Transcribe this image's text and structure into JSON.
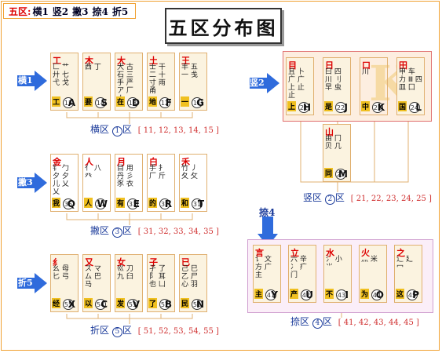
{
  "legend": {
    "label": "五区:",
    "items": [
      "横1",
      "竖2",
      "撇3",
      "捺4",
      "折5"
    ]
  },
  "title": "五区分布图",
  "zones": {
    "heng": {
      "side_label": "横1",
      "caption": "横区",
      "zone_num": "1",
      "zone_suffix": "区",
      "codes": "[ 11, 12, 13, 14, 15 ]",
      "keys": [
        {
          "radical": "工",
          "components": "匚 艹 廾 七 弋 戈",
          "word": "工",
          "code": "15",
          "letter": "A"
        },
        {
          "radical": "木",
          "components": "西 丁",
          "word": "要",
          "code": "14",
          "letter": "S"
        },
        {
          "radical": "大",
          "components": "犬 古 石 三 手 严 ア 厂 ナ",
          "word": "在",
          "code": "13",
          "letter": "D"
        },
        {
          "radical": "土",
          "components": "士 干 二 十 寸 雨 甬",
          "word": "地",
          "code": "12",
          "letter": "F"
        },
        {
          "radical": "王",
          "components": "丰 五 一 戋",
          "word": "一",
          "code": "11",
          "letter": "G"
        }
      ]
    },
    "shu": {
      "side_label": "竖2",
      "caption": "竖区",
      "zone_num": "2",
      "zone_suffix": "区",
      "codes": "[ 21, 22, 23, 24, 25 ]",
      "keys": [
        {
          "radical": "目",
          "components": "且 卜 广 广 上 止 止",
          "word": "上",
          "code": "21",
          "letter": "H"
        },
        {
          "radical": "日",
          "components": "曰 四 川 刂 早 虫",
          "word": "是",
          "code": "22",
          "letter": "J"
        },
        {
          "radical": "口",
          "components": "川",
          "word": "中",
          "code": "23",
          "letter": "K"
        },
        {
          "radical": "田",
          "components": "甲 车 力 Ⅲ 四 皿 囗",
          "word": "国",
          "code": "24",
          "letter": "L"
        },
        {
          "radical": "山",
          "components": "由 冂 贝 几",
          "word": "同",
          "code": "25",
          "letter": "M"
        }
      ]
    },
    "pie": {
      "side_label": "撇3",
      "caption": "撇区",
      "zone_num": "3",
      "zone_suffix": "区",
      "codes": "[ 31, 32, 33, 34, 35 ]",
      "keys": [
        {
          "radical": "金",
          "components": "钅 勹 夕 夕 儿 乂 乂",
          "word": "我",
          "code": "35",
          "letter": "Q"
        },
        {
          "radical": "人",
          "components": "亻 八 癶",
          "word": "人",
          "code": "34",
          "letter": "W"
        },
        {
          "radical": "月",
          "components": "目 用 丹 彡 豕 衣",
          "word": "有",
          "code": "33",
          "letter": "E"
        },
        {
          "radical": "白",
          "components": "手 扌 厂 斤",
          "word": "的",
          "code": "32",
          "letter": "R"
        },
        {
          "radical": "禾",
          "components": "竹 丿 夂 攵",
          "word": "和",
          "code": "31",
          "letter": "T"
        }
      ]
    },
    "zhe": {
      "side_label": "折5",
      "caption": "折区",
      "zone_num": "5",
      "zone_suffix": "区",
      "codes": "[ 51, 52, 53, 54, 55 ]",
      "keys": [
        {
          "radical": "纟",
          "components": "幺 母 匕 弓",
          "word": "经",
          "code": "55",
          "letter": "X"
        },
        {
          "radical": "又",
          "components": "ス マ ム 巴 马",
          "word": "以",
          "code": "54",
          "letter": "C"
        },
        {
          "radical": "女",
          "components": "巛 刀 九 臼",
          "word": "发",
          "code": "53",
          "letter": "V"
        },
        {
          "radical": "子",
          "components": "孑 了 阝 耳 也 凵",
          "word": "了",
          "code": "52",
          "letter": "B"
        },
        {
          "radical": "已",
          "components": "己 巳 乙 尸 心 羽",
          "word": "民",
          "code": "51",
          "letter": "N"
        }
      ]
    },
    "na": {
      "side_label": "捺4",
      "caption": "捺区",
      "zone_num": "4",
      "zone_suffix": "区",
      "codes": "[ 41, 42, 43, 44, 45 ]",
      "keys": [
        {
          "radical": "言",
          "components": "讠 文 方 广 主",
          "word": "主",
          "code": "41",
          "letter": "Y"
        },
        {
          "radical": "立",
          "components": "六 辛 冫 疒 门",
          "word": "产",
          "code": "42",
          "letter": "U"
        },
        {
          "radical": "水",
          "components": "氵 小 ⺌",
          "word": "不",
          "code": "43",
          "letter": "I"
        },
        {
          "radical": "火",
          "components": "灬 米",
          "word": "为",
          "code": "44",
          "letter": "O"
        },
        {
          "radical": "之",
          "components": "辶 廴 冖",
          "word": "这",
          "code": "45",
          "letter": "P"
        }
      ]
    }
  }
}
